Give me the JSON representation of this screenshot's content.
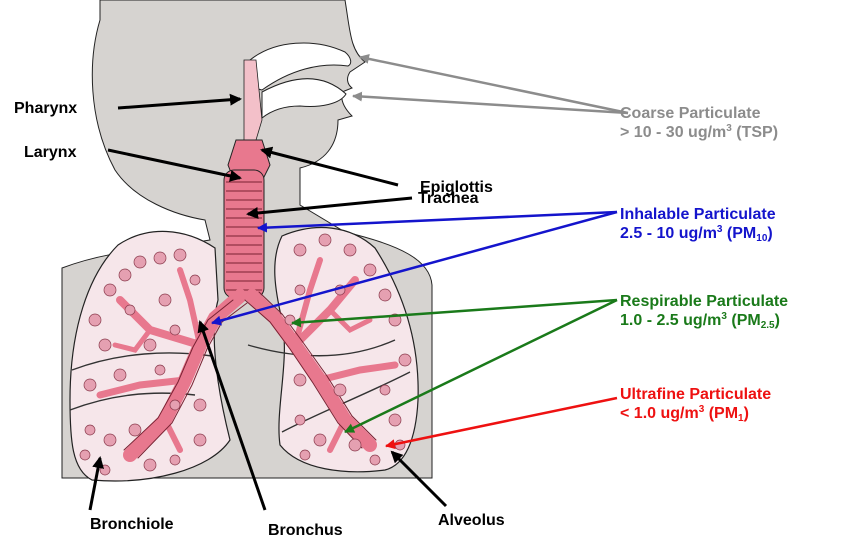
{
  "colors": {
    "coarse": "#8c8c8c",
    "inhalable": "#1414cc",
    "respirable": "#1a7a1a",
    "ultrafine": "#ee1111",
    "body_fill": "#d6d3d0",
    "airway_fill": "#e8788e",
    "lung_fill": "#f6e6ea",
    "alveoli_fill": "#e5a0b1"
  },
  "labels": {
    "pharynx": "Pharynx",
    "larynx": "Larynx",
    "epiglottis": "Epiglottis",
    "trachea": "Trachea",
    "bronchiole": "Bronchiole",
    "bronchus": "Bronchus",
    "alveolus": "Alveolus"
  },
  "categories": {
    "coarse": {
      "name": "Coarse Particulate",
      "range": "> 10 - 30 ug/m",
      "exp": "3",
      "abbr_pre": " (TSP)",
      "abbr_sub": "",
      "abbr_post": ""
    },
    "inhalable": {
      "name": "Inhalable Particulate",
      "range": "2.5 - 10 ug/m",
      "exp": "3",
      "abbr_pre": " (PM",
      "abbr_sub": "10",
      "abbr_post": ")"
    },
    "respirable": {
      "name": "Respirable Particulate",
      "range": "1.0 - 2.5 ug/m",
      "exp": "3",
      "abbr_pre": " (PM",
      "abbr_sub": "2.5",
      "abbr_post": ")"
    },
    "ultrafine": {
      "name": "Ultrafine Particulate",
      "range": "< 1.0 ug/m",
      "exp": "3",
      "abbr_pre": " (PM",
      "abbr_sub": "1",
      "abbr_post": ")"
    }
  }
}
